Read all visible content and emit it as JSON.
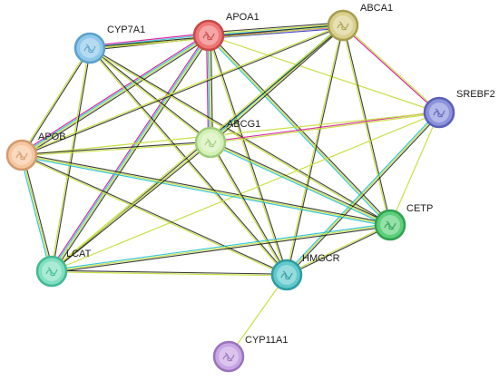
{
  "nodes": [
    {
      "id": "CYP7A1",
      "label": "CYP7A1",
      "fill": "#8fc8ea",
      "stroke": "#5aa1cc"
    },
    {
      "id": "APOA1",
      "label": "APOA1",
      "fill": "#ef7676",
      "stroke": "#c94848"
    },
    {
      "id": "ABCA1",
      "label": "ABCA1",
      "fill": "#d9d08d",
      "stroke": "#a89c4f"
    },
    {
      "id": "SREBF2",
      "label": "SREBF2",
      "fill": "#8d92dc",
      "stroke": "#5a60b8"
    },
    {
      "id": "APOB",
      "label": "APOB",
      "fill": "#f6c79f",
      "stroke": "#d29a6c"
    },
    {
      "id": "ABCG1",
      "label": "ABCG1",
      "fill": "#d4f0b4",
      "stroke": "#9fcc7c"
    },
    {
      "id": "CETP",
      "label": "CETP",
      "fill": "#5dcf7a",
      "stroke": "#2fa150"
    },
    {
      "id": "LCAT",
      "label": "LCAT",
      "fill": "#7ee0c0",
      "stroke": "#44b892"
    },
    {
      "id": "HMGCR",
      "label": "HMGCR",
      "fill": "#5fc9cc",
      "stroke": "#2e9ca0"
    },
    {
      "id": "CYP11A1",
      "label": "CYP11A1",
      "fill": "#c8a6e4",
      "stroke": "#9a73bd"
    }
  ],
  "edge_colors": {
    "coexpression": "#1a1a1a",
    "textmining": "#c6de3c",
    "database": "#29c4d6",
    "experiment": "#d6209a",
    "homology": "#3b3bc4"
  },
  "edges": [
    {
      "source": "APOA1",
      "target": "CYP7A1",
      "types": [
        "coexpression",
        "textmining",
        "database",
        "experiment"
      ]
    },
    {
      "source": "APOA1",
      "target": "ABCA1",
      "types": [
        "coexpression",
        "textmining",
        "database",
        "experiment",
        "homology"
      ]
    },
    {
      "source": "APOA1",
      "target": "ABCG1",
      "types": [
        "coexpression",
        "textmining",
        "database",
        "experiment"
      ]
    },
    {
      "source": "APOA1",
      "target": "APOB",
      "types": [
        "coexpression",
        "textmining",
        "database",
        "experiment"
      ]
    },
    {
      "source": "APOA1",
      "target": "LCAT",
      "types": [
        "coexpression",
        "textmining",
        "database",
        "experiment"
      ]
    },
    {
      "source": "APOA1",
      "target": "CETP",
      "types": [
        "coexpression",
        "textmining",
        "database"
      ]
    },
    {
      "source": "APOA1",
      "target": "HMGCR",
      "types": [
        "coexpression",
        "textmining"
      ]
    },
    {
      "source": "APOA1",
      "target": "SREBF2",
      "types": [
        "textmining"
      ]
    },
    {
      "source": "CYP7A1",
      "target": "ABCA1",
      "types": [
        "coexpression",
        "textmining"
      ]
    },
    {
      "source": "CYP7A1",
      "target": "ABCG1",
      "types": [
        "coexpression",
        "textmining"
      ]
    },
    {
      "source": "CYP7A1",
      "target": "APOB",
      "types": [
        "coexpression",
        "textmining"
      ]
    },
    {
      "source": "CYP7A1",
      "target": "LCAT",
      "types": [
        "coexpression",
        "textmining"
      ]
    },
    {
      "source": "CYP7A1",
      "target": "CETP",
      "types": [
        "coexpression",
        "textmining"
      ]
    },
    {
      "source": "CYP7A1",
      "target": "HMGCR",
      "types": [
        "coexpression",
        "textmining"
      ]
    },
    {
      "source": "ABCA1",
      "target": "SREBF2",
      "types": [
        "textmining",
        "experiment"
      ]
    },
    {
      "source": "ABCA1",
      "target": "ABCG1",
      "types": [
        "coexpression",
        "textmining",
        "database"
      ]
    },
    {
      "source": "ABCA1",
      "target": "APOB",
      "types": [
        "coexpression",
        "textmining"
      ]
    },
    {
      "source": "ABCA1",
      "target": "LCAT",
      "types": [
        "coexpression",
        "textmining"
      ]
    },
    {
      "source": "ABCA1",
      "target": "CETP",
      "types": [
        "coexpression",
        "textmining"
      ]
    },
    {
      "source": "ABCA1",
      "target": "HMGCR",
      "types": [
        "coexpression",
        "textmining"
      ]
    },
    {
      "source": "SREBF2",
      "target": "HMGCR",
      "types": [
        "coexpression",
        "textmining",
        "database"
      ]
    },
    {
      "source": "SREBF2",
      "target": "ABCG1",
      "types": [
        "textmining",
        "experiment"
      ]
    },
    {
      "source": "SREBF2",
      "target": "CETP",
      "types": [
        "textmining"
      ]
    },
    {
      "source": "SREBF2",
      "target": "APOB",
      "types": [
        "textmining"
      ]
    },
    {
      "source": "SREBF2",
      "target": "LCAT",
      "types": [
        "textmining"
      ]
    },
    {
      "source": "APOB",
      "target": "ABCG1",
      "types": [
        "coexpression",
        "textmining"
      ]
    },
    {
      "source": "APOB",
      "target": "LCAT",
      "types": [
        "coexpression",
        "textmining",
        "database"
      ]
    },
    {
      "source": "APOB",
      "target": "CETP",
      "types": [
        "coexpression",
        "textmining",
        "database"
      ]
    },
    {
      "source": "APOB",
      "target": "HMGCR",
      "types": [
        "coexpression",
        "textmining"
      ]
    },
    {
      "source": "ABCG1",
      "target": "LCAT",
      "types": [
        "coexpression",
        "textmining"
      ]
    },
    {
      "source": "ABCG1",
      "target": "CETP",
      "types": [
        "coexpression",
        "textmining",
        "database"
      ]
    },
    {
      "source": "ABCG1",
      "target": "HMGCR",
      "types": [
        "coexpression",
        "textmining"
      ]
    },
    {
      "source": "CETP",
      "target": "LCAT",
      "types": [
        "coexpression",
        "textmining",
        "database"
      ]
    },
    {
      "source": "CETP",
      "target": "HMGCR",
      "types": [
        "coexpression",
        "textmining"
      ]
    },
    {
      "source": "LCAT",
      "target": "HMGCR",
      "types": [
        "coexpression",
        "textmining"
      ]
    },
    {
      "source": "HMGCR",
      "target": "CYP11A1",
      "types": [
        "textmining"
      ]
    }
  ]
}
